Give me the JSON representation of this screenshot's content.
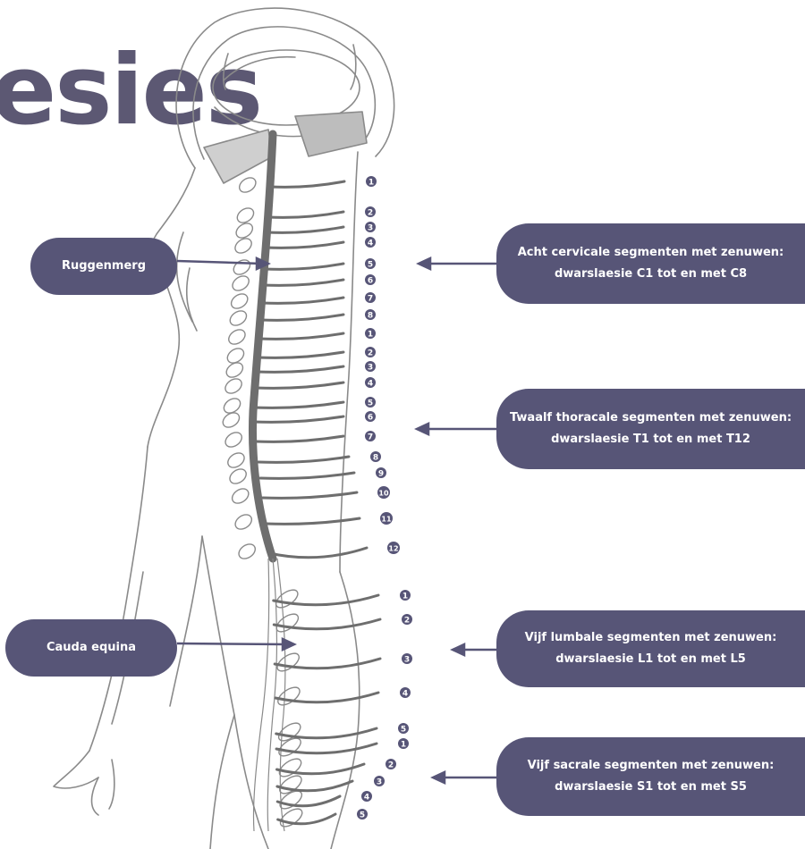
{
  "title": {
    "text": "esies"
  },
  "labels_left": [
    {
      "id": "ruggenmerg",
      "text": "Ruggenmerg"
    },
    {
      "id": "cauda-equina",
      "text": "Cauda equina"
    }
  ],
  "labels_right": [
    {
      "id": "cervical",
      "line1": "Acht cervicale segmenten met zenuwen:",
      "line2": "dwarslaesie C1 tot en met C8"
    },
    {
      "id": "thoracic",
      "line1": "Twaalf thoracale segmenten met zenuwen:",
      "line2": "dwarslaesie T1 tot en met T12"
    },
    {
      "id": "lumbar",
      "line1": "Vijf lumbale segmenten met zenuwen:",
      "line2": "dwarslaesie L1 tot en met L5"
    },
    {
      "id": "sacral",
      "line1": "Vijf sacrale segmenten met zenuwen:",
      "line2": "dwarslaesie S1 tot en met S5"
    }
  ],
  "segment_numbers": {
    "cervical": [
      "1",
      "2",
      "3",
      "4",
      "5",
      "6",
      "7",
      "8"
    ],
    "thoracic": [
      "1",
      "2",
      "3",
      "4",
      "5",
      "6",
      "7",
      "8",
      "9",
      "10",
      "11",
      "12"
    ],
    "lumbar": [
      "1",
      "2",
      "3",
      "4",
      "5"
    ],
    "sacral": [
      "1",
      "2",
      "3",
      "4",
      "5"
    ]
  },
  "colors": {
    "accent": "#575577",
    "title": "#5c5873",
    "outline": "#8a8a8a",
    "cord": "#6e6e6e"
  }
}
